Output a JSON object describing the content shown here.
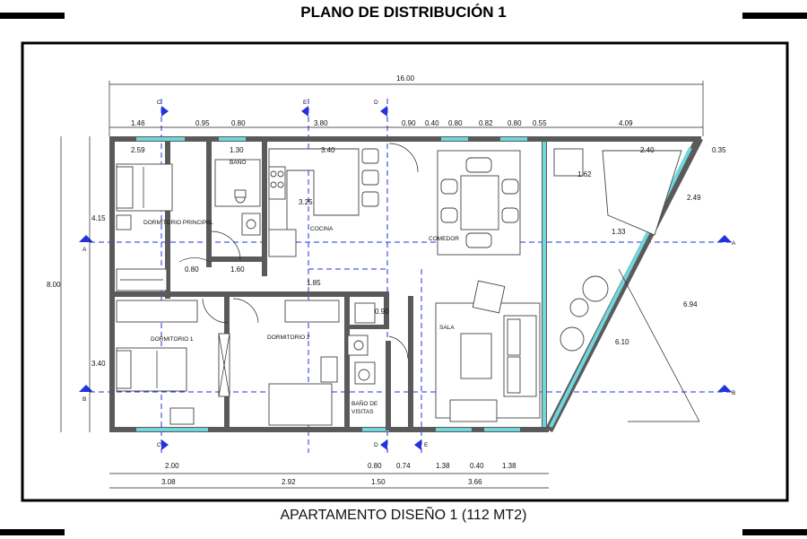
{
  "title": "PLANO DE DISTRIBUCIÓN 1",
  "caption": "APARTAMENTO DISEÑO 1 (112 MT2)",
  "colors": {
    "axis": "#2233dd",
    "window": "#6fd6dc",
    "wall": "#5a5a5a"
  },
  "rooms": {
    "dormitorio_principal": "DORMITORIO PRINCIPAL",
    "bano": "BAÑO",
    "cocina": "COCINA",
    "comedor": "COMEDOR",
    "dormitorio_1": "DORMITORIO 1",
    "dormitorio_2": "DORMITORIO 2",
    "sala": "SALA",
    "bano_visitas_1": "BAÑO DE",
    "bano_visitas_2": "VISITAS"
  },
  "axes": {
    "c": "C",
    "e": "E",
    "d": "D",
    "a": "A",
    "b": "B"
  },
  "dimensions": {
    "overall": "16.00",
    "top_1": "1.46",
    "top_2": "0.95",
    "top_3": "0.80",
    "top_4": "3.80",
    "top_5": "0.90",
    "top_6": "0.40",
    "top_7": "0.80",
    "top_8": "0.82",
    "top_9": "0.80",
    "top_10": "0.55",
    "top_11": "4.09",
    "left_overall": "8.00",
    "left_top": "4.15",
    "left_bottom": "3.40",
    "dorm_width": "2.59",
    "bath_width": "1.30",
    "kitchen": "3.40",
    "kitchen_depth": "3.25",
    "hall_1": "0.80",
    "hall_2": "1.60",
    "hall_3": "1.85",
    "visit_bath": "0.90",
    "terrace_1": "2.40",
    "terrace_2": "0.35",
    "terrace_3": "1.62",
    "terrace_4": "2.49",
    "terrace_5": "1.33",
    "terrace_6": "6.94",
    "terrace_7": "6.10",
    "bot_1": "2.00",
    "bot_2": "3.08",
    "bot_3": "2.92",
    "bot_4": "0.80",
    "bot_5": "0.74",
    "bot_6": "1.50",
    "bot_7": "1.38",
    "bot_8": "0.40",
    "bot_9": "1.38",
    "bot_10": "3.66"
  }
}
